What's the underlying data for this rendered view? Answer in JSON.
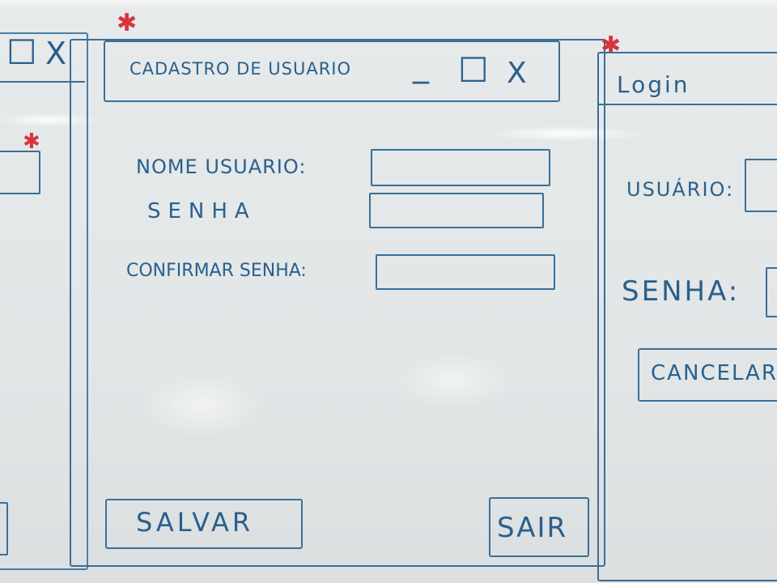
{
  "left_window": {
    "title_controls": [
      "☐",
      "X"
    ]
  },
  "register_window": {
    "title": "Cadastro de usuario",
    "controls": [
      "_",
      "☐",
      "X"
    ],
    "fields": [
      {
        "label": "Nome usuario:",
        "value": ""
      },
      {
        "label": "Senha",
        "value": ""
      },
      {
        "label": "Confirmar Senha:",
        "value": ""
      }
    ],
    "save_label": "Salvar",
    "exit_label": "Sair"
  },
  "login_window": {
    "title": "Login",
    "user_label": "Usuário:",
    "password_label": "Senha:",
    "cancel_label": "Cancelar"
  },
  "colors": {
    "marker_blue": "#2a5f8c",
    "marker_red": "#d8343c",
    "board": "#e6eaea"
  },
  "icons": [
    "maximize-icon",
    "close-icon",
    "minimize-icon",
    "required-asterisk-icon"
  ]
}
